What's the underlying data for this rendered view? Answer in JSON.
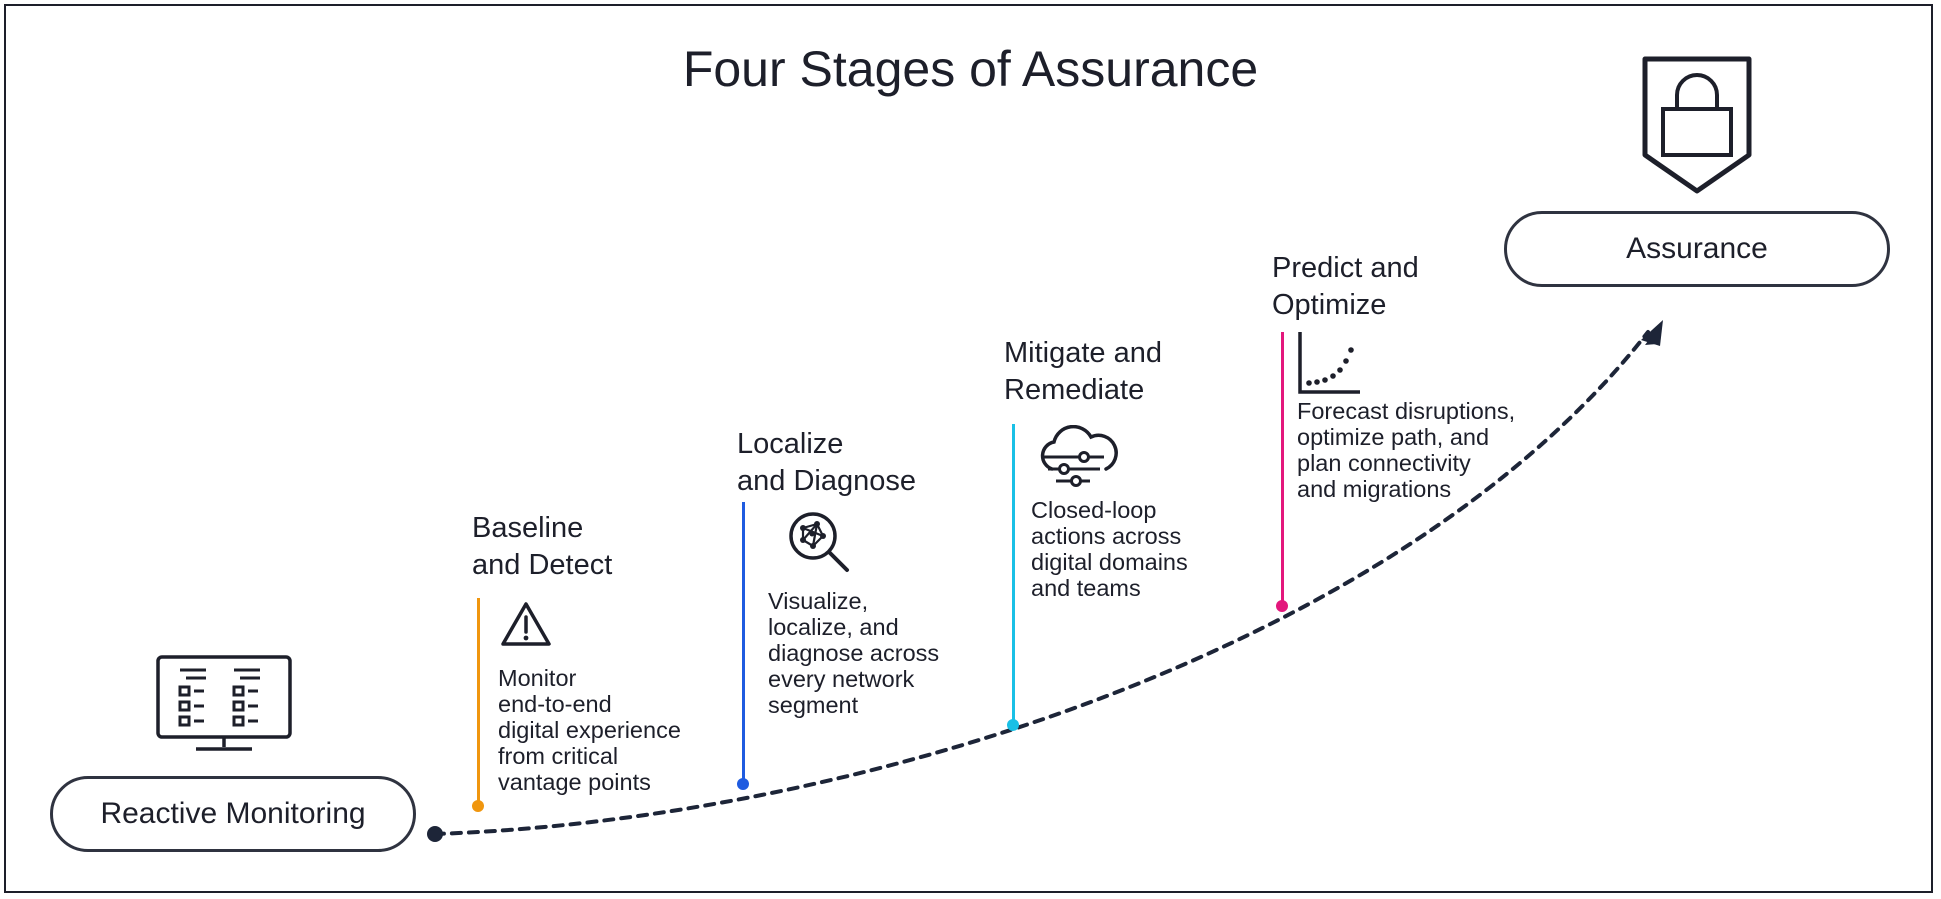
{
  "title": "Four Stages of Assurance",
  "start": {
    "label": "Reactive Monitoring",
    "icon": "monitor-dashboard-icon"
  },
  "end": {
    "label": "Assurance",
    "icon": "shield-lock-icon"
  },
  "stages": [
    {
      "title_lines": [
        "Baseline",
        "and Detect"
      ],
      "desc_lines": [
        "Monitor",
        "end-to-end",
        "digital experience",
        "from critical",
        "vantage points"
      ],
      "icon": "warning-icon",
      "color": "#f0960e"
    },
    {
      "title_lines": [
        "Localize",
        "and Diagnose"
      ],
      "desc_lines": [
        "Visualize,",
        "localize, and",
        "diagnose across",
        "every network",
        "segment"
      ],
      "icon": "magnifier-network-icon",
      "color": "#1f5be0"
    },
    {
      "title_lines": [
        "Mitigate and",
        "Remediate"
      ],
      "desc_lines": [
        "Closed-loop",
        "actions across",
        "digital domains",
        "and teams"
      ],
      "icon": "cloud-sliders-icon",
      "color": "#19c0e6"
    },
    {
      "title_lines": [
        "Predict and",
        "Optimize"
      ],
      "desc_lines": [
        "Forecast disruptions,",
        "optimize path, and",
        "plan connectivity",
        "and migrations"
      ],
      "icon": "trend-chart-icon",
      "color": "#e3177c"
    }
  ]
}
